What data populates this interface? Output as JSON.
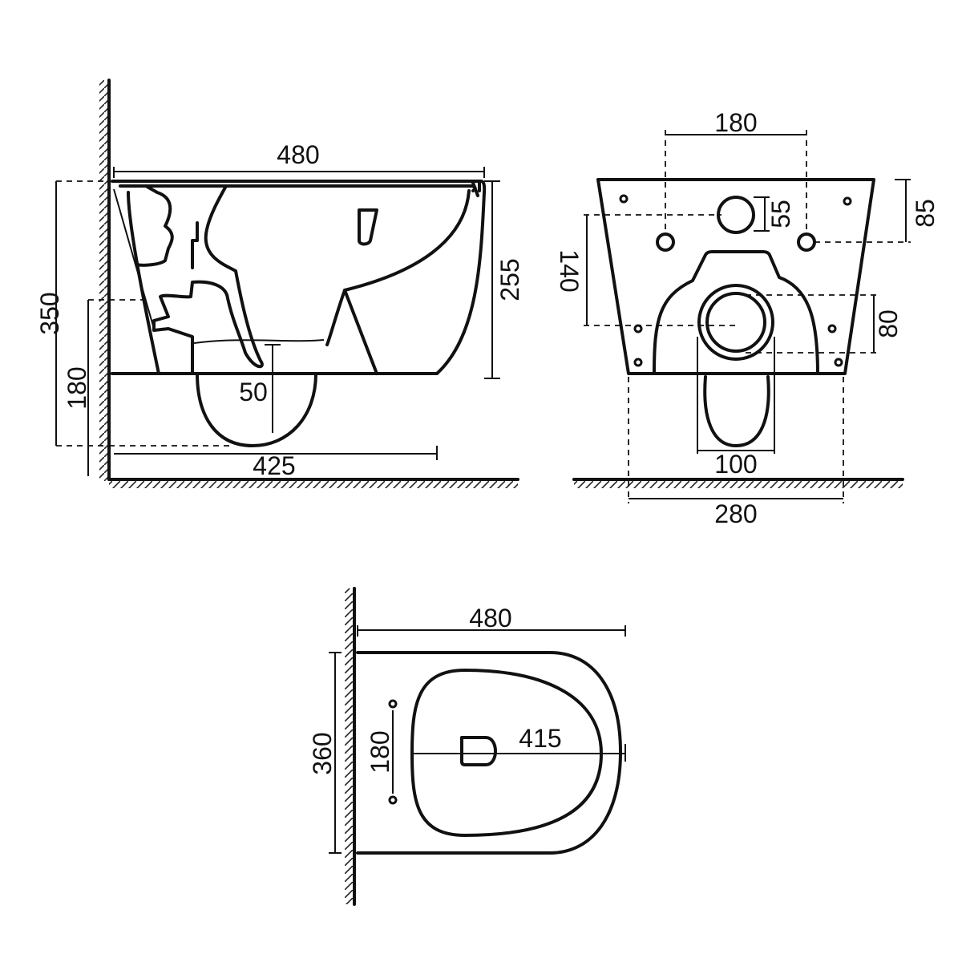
{
  "side_view": {
    "dim_depth": "480",
    "dim_height_total": "350",
    "dim_height_body": "255",
    "dim_outlet_height": "180",
    "dim_outlet_offset": "50",
    "dim_outlet_distance": "425"
  },
  "rear_view": {
    "dim_bolt_spacing": "180",
    "dim_inlet_offset": "55",
    "dim_top_to_bolts": "85",
    "dim_inlet_to_outlet": "140",
    "dim_outlet_offset": "80",
    "dim_outlet_width": "100",
    "dim_base_width": "280"
  },
  "top_view": {
    "dim_depth": "480",
    "dim_width": "360",
    "dim_bolt_spacing": "180",
    "dim_bowl_length": "415"
  }
}
